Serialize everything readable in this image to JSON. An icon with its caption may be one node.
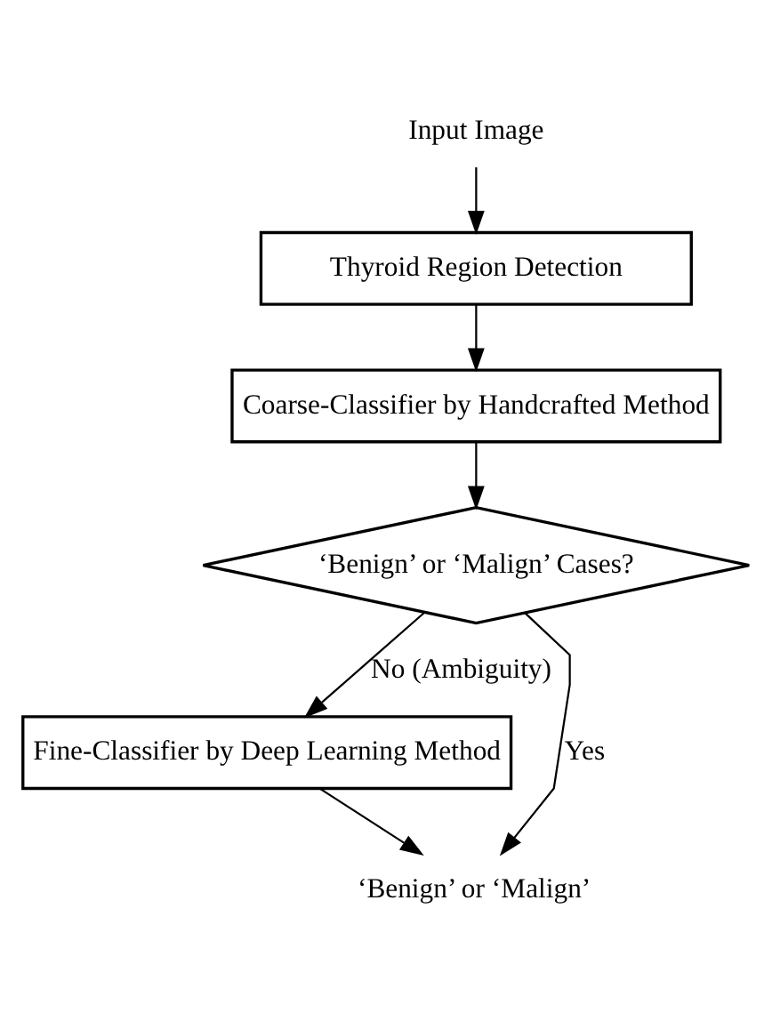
{
  "diagram": {
    "nodes": [
      {
        "text": [
          "Input Image"
        ]
      },
      {
        "text": [
          "Thyroid Region Detection"
        ]
      },
      {
        "text": [
          "Coarse-Classifier by Handcrafted Method"
        ]
      },
      {
        "text": [
          "‘Benign’ or ‘Malign’ Cases?"
        ]
      },
      {
        "text": [
          "Fine-Classifier by Deep Learning Method"
        ]
      },
      {
        "text": [
          "‘Benign’ or ‘Malign’"
        ]
      }
    ],
    "edges": [
      {
        "from": 0,
        "to": 1,
        "arrow": "to"
      },
      {
        "from": 1,
        "to": 2,
        "arrow": "to"
      },
      {
        "from": 2,
        "to": 3,
        "arrow": "to"
      },
      {
        "from": 3,
        "to": 4,
        "arrow": "to",
        "label": "No (Ambiguity)"
      },
      {
        "from": 4,
        "to": 5,
        "arrow": "to"
      },
      {
        "from": 3,
        "to": 5,
        "arrow": "to",
        "label": "Yes"
      }
    ]
  }
}
